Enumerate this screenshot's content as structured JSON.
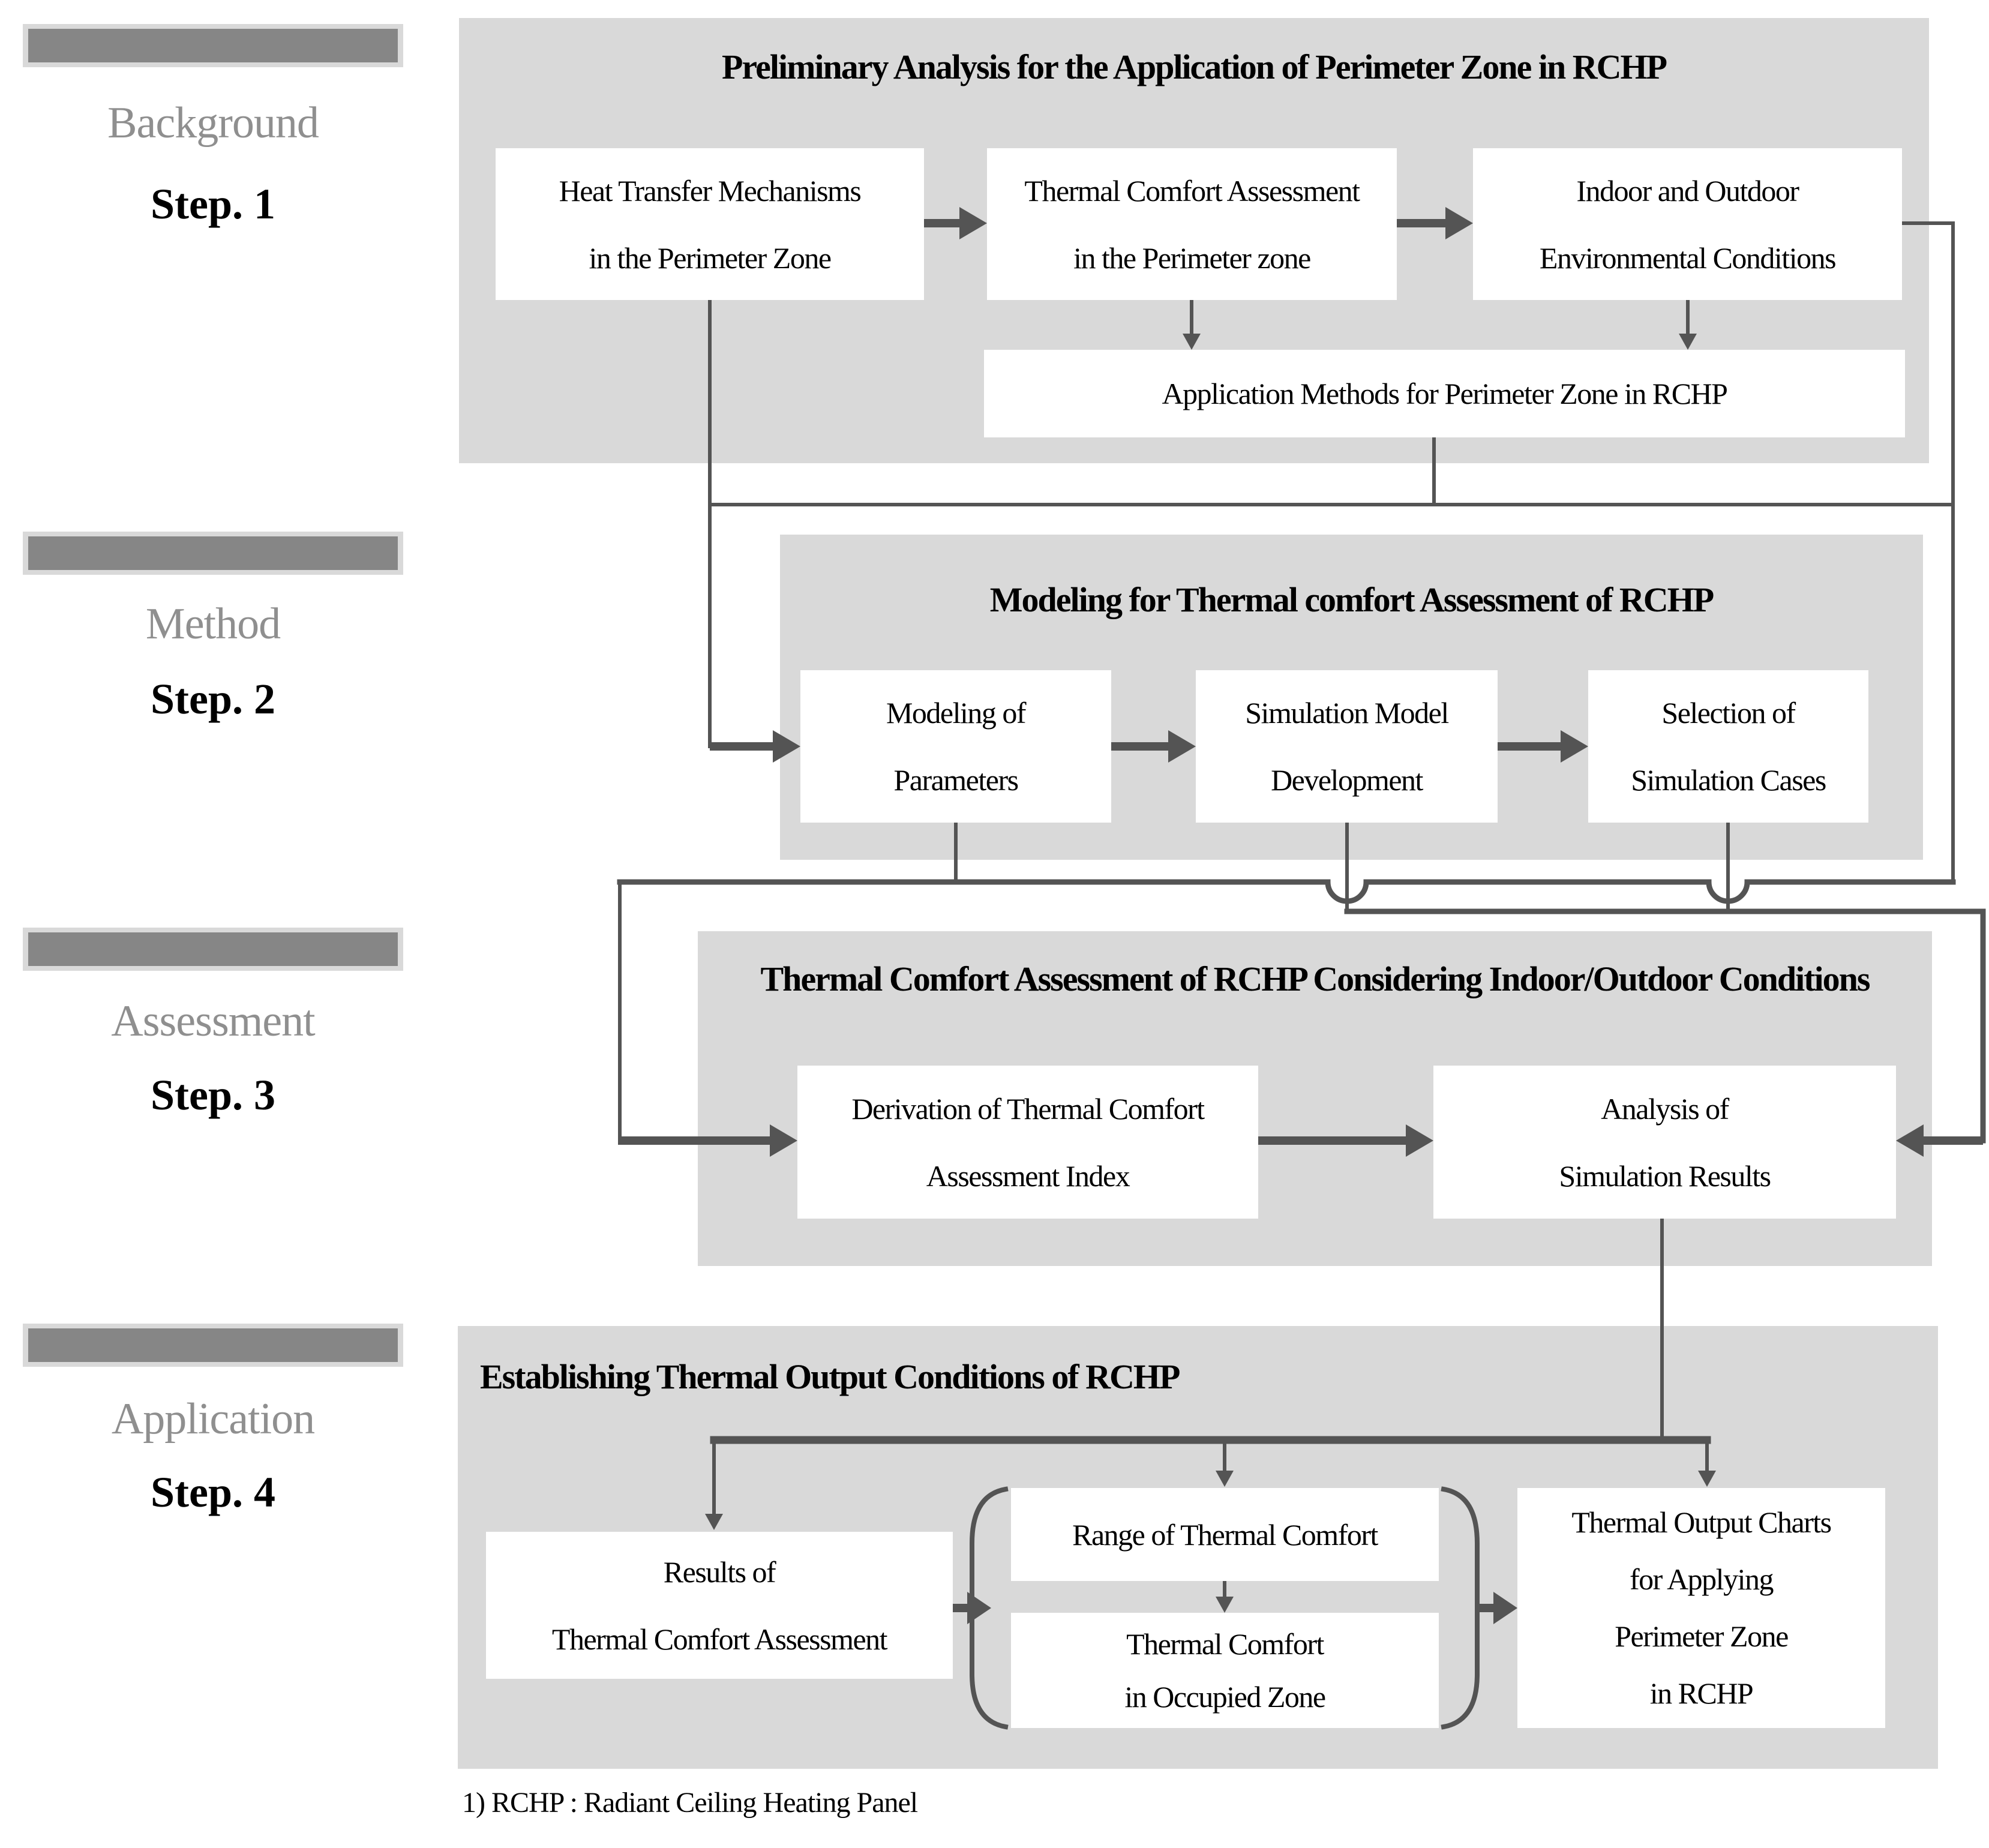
{
  "sidebar": {
    "groups": [
      {
        "label": "Background",
        "step": "Step. 1"
      },
      {
        "label": "Method",
        "step": "Step. 2"
      },
      {
        "label": "Assessment",
        "step": "Step. 3"
      },
      {
        "label": "Application",
        "step": "Step. 4"
      }
    ]
  },
  "sections": [
    {
      "title": "Preliminary Analysis for the Application of Perimeter Zone in RCHP",
      "boxes": [
        {
          "line1": "Heat Transfer Mechanisms",
          "line2": "in the Perimeter Zone"
        },
        {
          "line1": "Thermal Comfort Assessment",
          "line2": "in the Perimeter zone"
        },
        {
          "line1": "Indoor and Outdoor",
          "line2": "Environmental Conditions"
        },
        {
          "line1": "Application Methods for Perimeter Zone in RCHP"
        }
      ]
    },
    {
      "title": "Modeling for Thermal comfort Assessment of RCHP",
      "boxes": [
        {
          "line1": "Modeling of",
          "line2": "Parameters"
        },
        {
          "line1": "Simulation Model",
          "line2": "Development"
        },
        {
          "line1": "Selection of",
          "line2": "Simulation Cases"
        }
      ]
    },
    {
      "title": "Thermal Comfort Assessment of RCHP Considering Indoor/Outdoor Conditions",
      "boxes": [
        {
          "line1": "Derivation of Thermal Comfort",
          "line2": "Assessment Index"
        },
        {
          "line1": "Analysis of",
          "line2": "Simulation Results"
        }
      ]
    },
    {
      "title": "Establishing Thermal Output Conditions of RCHP",
      "boxes": [
        {
          "line1": "Results of",
          "line2": "Thermal Comfort Assessment"
        },
        {
          "line1": "Range of Thermal Comfort"
        },
        {
          "line1": "Thermal Comfort",
          "line2": "in Occupied Zone"
        },
        {
          "line1": "Thermal Output Charts",
          "line2": "for Applying",
          "line3": "Perimeter Zone",
          "line4": "in RCHP"
        }
      ]
    }
  ],
  "footnote": "1) RCHP : Radiant Ceiling Heating Panel",
  "colors": {
    "panel_gray": "#d9d9d9",
    "sidebar_bar": "#868686",
    "connector": "#545454",
    "sidebar_label": "#8f8f8f",
    "text": "#000000",
    "box_bg": "#ffffff"
  }
}
